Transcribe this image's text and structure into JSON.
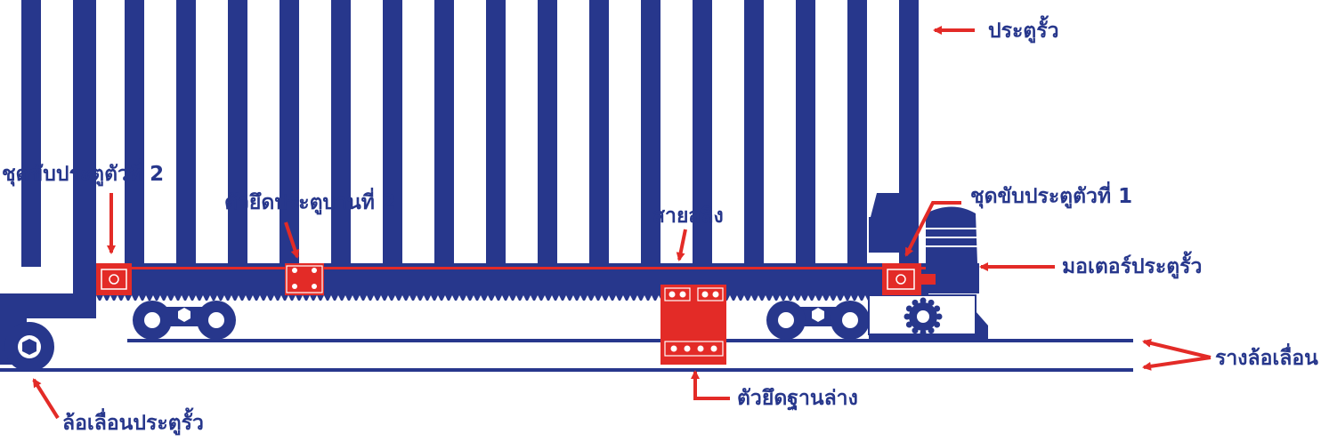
{
  "colors": {
    "blue": "#27378c",
    "red": "#e32b27",
    "white": "#ffffff"
  },
  "labels": {
    "gate": "ประตูรั้ว",
    "drive_unit_2": "ชุดขับประตูตัวที่ 2",
    "gate_clamp_2": "ตัวยึดประตูบานที่ 2",
    "sling_cable": "สายสลิง",
    "drive_unit_1": "ชุดขับประตูตัวที่ 1",
    "gate_motor": "มอเตอร์ประตูรั้ว",
    "rail": "รางล้อเลื่อน",
    "base_clamp": "ตัวยึดฐานล่าง",
    "gate_wheel": "ล้อเลื่อนประตูรั้ว"
  }
}
